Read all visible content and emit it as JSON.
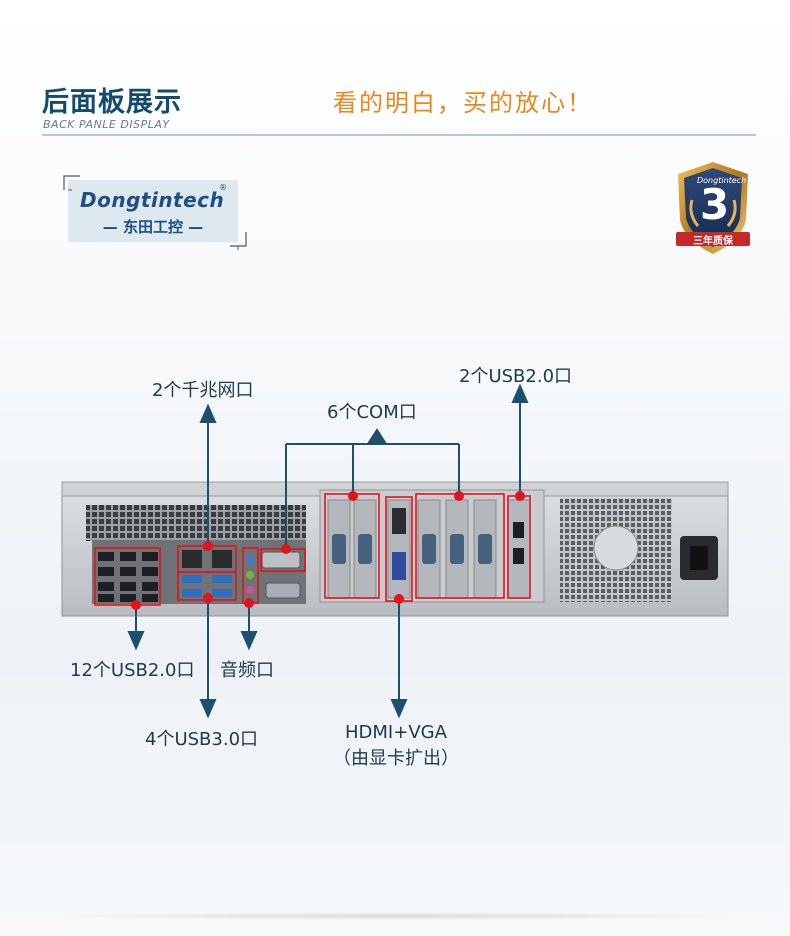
{
  "header": {
    "title": "后面板展示",
    "subtitle": "BACK PANLE DISPLAY",
    "slogan": "看的明白，买的放心！"
  },
  "logo": {
    "brand_en": "Dongtintech",
    "brand_cn": "— 东田工控 —"
  },
  "warranty_badge": {
    "number": "3",
    "text": "三年质保"
  },
  "callouts": {
    "gigabit_lan": "2个千兆网口",
    "com_ports": "6个COM口",
    "usb20_top": "2个USB2.0口",
    "usb20_bottom": "12个USB2.0口",
    "audio": "音频口",
    "usb30": "4个USB3.0口",
    "hdmi_vga": "HDMI+VGA",
    "hdmi_vga_note": "（由显卡扩出）"
  },
  "colors": {
    "title": "#134b6f",
    "slogan": "#e8891b",
    "annotation_red": "#e0141c",
    "annotation_line": "#1d4f6e"
  },
  "icons": [
    "chassis-rear-panel",
    "arrow-icon",
    "warranty-shield-icon",
    "laurel-icon"
  ]
}
